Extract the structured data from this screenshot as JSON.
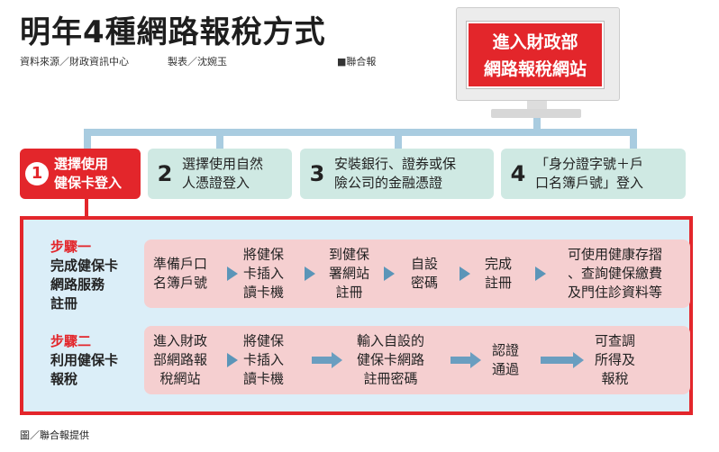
{
  "title": "明年4種網路報稅方式",
  "source": "資料來源／財政資訊中心",
  "producer": "製表／沈婉玉",
  "publisher": "■聯合報",
  "monitor": {
    "line1": "進入財政部",
    "line2": "網路報稅網站"
  },
  "options": [
    {
      "num": "1",
      "line1": "選擇使用",
      "line2": "健保卡登入"
    },
    {
      "num": "2",
      "line1": "選擇使用自然",
      "line2": "人憑證登入"
    },
    {
      "num": "3",
      "line1": "安裝銀行、證券或保",
      "line2": "險公司的金融憑證"
    },
    {
      "num": "4",
      "line1": "「身分證字號＋戶",
      "line2": "口名簿戶號」登入"
    }
  ],
  "step1": {
    "heading": "步驟一",
    "label": [
      "完成健保卡",
      "網路服務",
      "註冊"
    ],
    "cells": [
      [
        "準備戶口",
        "名簿戶號"
      ],
      [
        "將健保",
        "卡插入",
        "讀卡機"
      ],
      [
        "到健保",
        "署網站",
        "註冊"
      ],
      [
        "自設",
        "密碼"
      ],
      [
        "完成",
        "註冊"
      ],
      [
        "可使用健康存摺",
        "、查詢健保繳費",
        "及門住診資料等"
      ]
    ]
  },
  "step2": {
    "heading": "步驟二",
    "label": [
      "利用健保卡",
      "報稅"
    ],
    "cells": [
      [
        "進入財政",
        "部網路報",
        "稅網站"
      ],
      [
        "將健保",
        "卡插入",
        "讀卡機"
      ],
      [
        "輸入自設的",
        "健保卡網路",
        "註冊密碼"
      ],
      [
        "認證",
        "通過"
      ],
      [
        "可查調",
        "所得及",
        "報稅"
      ]
    ]
  },
  "footer": "圖／聯合報提供",
  "colors": {
    "accent": "#e3262b",
    "option_bg": "#cfe9e3",
    "panel_bg": "#dbeef8",
    "row_bg": "#f5cfd0",
    "arrow": "#5b95b8"
  }
}
